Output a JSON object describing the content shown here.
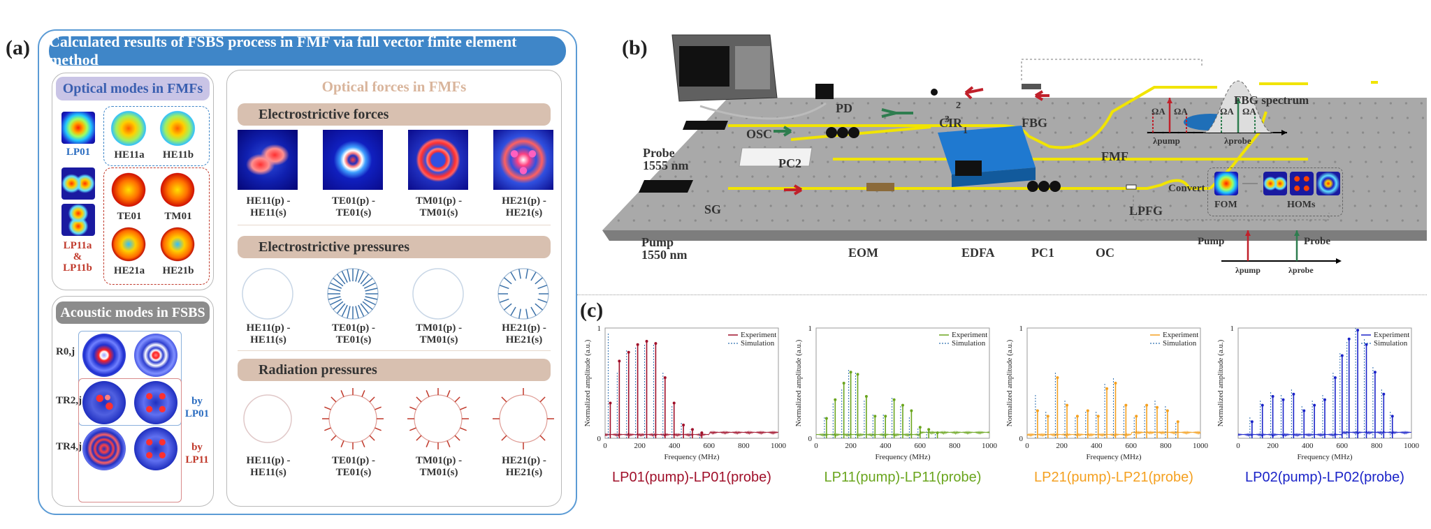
{
  "panels": {
    "a": "(a)",
    "b": "(b)",
    "c": "(c)"
  },
  "panel_a": {
    "title": "Calculated results of FSBS process in FMF via full vector finite element method",
    "optical_modes": {
      "header": "Optical modes in FMFs",
      "lp01": "LP01",
      "he11a": "HE11a",
      "he11b": "HE11b",
      "te01": "TE01",
      "tm01": "TM01",
      "he21a": "HE21a",
      "he21b": "HE21b",
      "lp11_group_a": "LP11a",
      "lp11_group_amp": "&",
      "lp11_group_b": "LP11b"
    },
    "acoustic_modes": {
      "header": "Acoustic modes in FSBS",
      "r0j": "R0,j",
      "tr2j": "TR2,j",
      "tr4j": "TR4,j",
      "by_lp01_1": "by",
      "by_lp01_2": "LP01",
      "by_lp11_1": "by",
      "by_lp11_2": "LP11"
    },
    "optical_forces": {
      "header": "Optical forces in FMFs",
      "electrostrictive_forces": "Electrostrictive forces",
      "electrostrictive_pressures": "Electrostrictive pressures",
      "radiation_pressures": "Radiation pressures",
      "labels": [
        "HE11(p) - HE11(s)",
        "TE01(p) - TE01(s)",
        "TM01(p) - TM01(s)",
        "HE21(p) - HE21(s)"
      ]
    }
  },
  "panel_b": {
    "labels": {
      "osc": "OSC",
      "pd": "PD",
      "cir": "CIR",
      "fbg": "FBG",
      "fmf": "FMF",
      "probe_1": "Probe",
      "probe_2": "1555 nm",
      "pc2": "PC2",
      "sg": "SG",
      "pump_1": "Pump",
      "pump_2": "1550 nm",
      "eom": "EOM",
      "edfa": "EDFA",
      "pc1": "PC1",
      "oc": "OC",
      "lpfg": "LPFG",
      "port1": "1",
      "port2": "2",
      "port3": "3"
    },
    "fbg_inset": {
      "title": "FBG spectrum",
      "omega_a": "ΩA",
      "lambda_pump": "λpump",
      "lambda_probe": "λprobe"
    },
    "convert_inset": {
      "convert": "Convert",
      "fom": "FOM",
      "homs": "HOMs"
    },
    "pump_probe_inset": {
      "pump": "Pump",
      "probe": "Probe",
      "lambda_pump": "λpump",
      "lambda_probe": "λprobe"
    },
    "colors": {
      "fiber": "#f1e400",
      "red_arrow": "#c0202a",
      "green_arrow": "#2e7d4f"
    }
  },
  "panel_c": {
    "xlabel": "Frequency (MHz)",
    "ylabel": "Normalized amplitude (a.u.)",
    "legend": {
      "experiment": "Experiment",
      "simulation": "Simulation"
    }
  },
  "chart_data": [
    {
      "type": "line",
      "title": "LP01(pump)-LP01(probe)",
      "color": "#a0102a",
      "xlabel": "Frequency (MHz)",
      "ylabel": "Normalized amplitude (a.u.)",
      "xlim": [
        0,
        1000
      ],
      "ylim": [
        0,
        1
      ],
      "xticks": [
        0,
        200,
        400,
        600,
        800,
        1000
      ],
      "ytick_labels": [
        "0",
        "1"
      ],
      "series": [
        {
          "name": "Experiment",
          "x": [
            30,
            82,
            136,
            188,
            240,
            292,
            346,
            398,
            452,
            504,
            558
          ],
          "y": [
            0.32,
            0.7,
            0.78,
            0.85,
            0.88,
            0.86,
            0.55,
            0.32,
            0.12,
            0.08,
            0.05
          ]
        },
        {
          "name": "Simulation",
          "x": [
            30,
            82,
            136,
            188,
            240,
            292,
            346,
            398,
            452,
            504,
            558
          ],
          "y": [
            0.95,
            0.6,
            0.8,
            0.83,
            0.86,
            0.85,
            0.6,
            0.3,
            0.14,
            0.08,
            0.05
          ]
        }
      ]
    },
    {
      "type": "line",
      "title": "LP11(pump)-LP11(probe)",
      "color": "#6aa51e",
      "xlabel": "Frequency (MHz)",
      "ylabel": "Normalized amplitude (a.u.)",
      "xlim": [
        0,
        1000
      ],
      "ylim": [
        0,
        1
      ],
      "xticks": [
        0,
        200,
        400,
        600,
        800,
        1000
      ],
      "ytick_labels": [
        "0",
        "1"
      ],
      "series": [
        {
          "name": "Experiment",
          "x": [
            60,
            110,
            160,
            200,
            240,
            290,
            340,
            400,
            450,
            500,
            550,
            600,
            650,
            700
          ],
          "y": [
            0.18,
            0.35,
            0.5,
            0.6,
            0.58,
            0.38,
            0.2,
            0.2,
            0.35,
            0.3,
            0.25,
            0.1,
            0.08,
            0.05
          ]
        },
        {
          "name": "Simulation",
          "x": [
            60,
            110,
            160,
            200,
            240,
            290,
            340,
            400,
            450,
            500,
            550,
            600,
            650,
            700
          ],
          "y": [
            0.2,
            0.33,
            0.45,
            0.62,
            0.6,
            0.35,
            0.22,
            0.22,
            0.38,
            0.3,
            0.2,
            0.1,
            0.06,
            0.04
          ]
        }
      ]
    },
    {
      "type": "line",
      "title": "LP21(pump)-LP21(probe)",
      "color": "#f4a020",
      "xlabel": "Frequency (MHz)",
      "ylabel": "Normalized amplitude (a.u.)",
      "xlim": [
        0,
        1000
      ],
      "ylim": [
        0,
        1
      ],
      "xticks": [
        0,
        200,
        400,
        600,
        800,
        1000
      ],
      "ytick_labels": [
        "0",
        "1"
      ],
      "series": [
        {
          "name": "Experiment",
          "x": [
            60,
            120,
            175,
            230,
            290,
            350,
            410,
            460,
            510,
            570,
            630,
            690,
            750,
            810,
            870
          ],
          "y": [
            0.25,
            0.2,
            0.55,
            0.3,
            0.2,
            0.25,
            0.2,
            0.45,
            0.5,
            0.3,
            0.2,
            0.3,
            0.28,
            0.25,
            0.15
          ]
        },
        {
          "name": "Simulation",
          "x": [
            60,
            120,
            175,
            230,
            290,
            350,
            410,
            460,
            510,
            570,
            630,
            690,
            750,
            810,
            870
          ],
          "y": [
            0.4,
            0.25,
            0.6,
            0.35,
            0.2,
            0.25,
            0.25,
            0.5,
            0.55,
            0.3,
            0.2,
            0.3,
            0.35,
            0.3,
            0.15
          ]
        }
      ]
    },
    {
      "type": "line",
      "title": "LP02(pump)-LP02(probe)",
      "color": "#1a23c8",
      "xlabel": "Frequency (MHz)",
      "ylabel": "Normalized amplitude (a.u.)",
      "xlim": [
        0,
        1000
      ],
      "ylim": [
        0,
        1
      ],
      "xticks": [
        0,
        200,
        400,
        600,
        800,
        1000
      ],
      "ytick_labels": [
        "1"
      ],
      "series": [
        {
          "name": "Experiment",
          "x": [
            80,
            140,
            200,
            260,
            320,
            380,
            440,
            500,
            560,
            600,
            640,
            690,
            740,
            790,
            840,
            890
          ],
          "y": [
            0.15,
            0.3,
            0.38,
            0.35,
            0.4,
            0.25,
            0.3,
            0.35,
            0.55,
            0.75,
            0.9,
            0.98,
            0.85,
            0.6,
            0.4,
            0.2
          ]
        },
        {
          "name": "Simulation",
          "x": [
            80,
            140,
            200,
            260,
            320,
            380,
            440,
            500,
            560,
            600,
            640,
            690,
            740,
            790,
            840,
            890
          ],
          "y": [
            0.2,
            0.35,
            0.42,
            0.4,
            0.45,
            0.3,
            0.35,
            0.4,
            0.6,
            0.78,
            0.88,
            1.0,
            0.9,
            0.65,
            0.45,
            0.25
          ]
        }
      ]
    }
  ]
}
